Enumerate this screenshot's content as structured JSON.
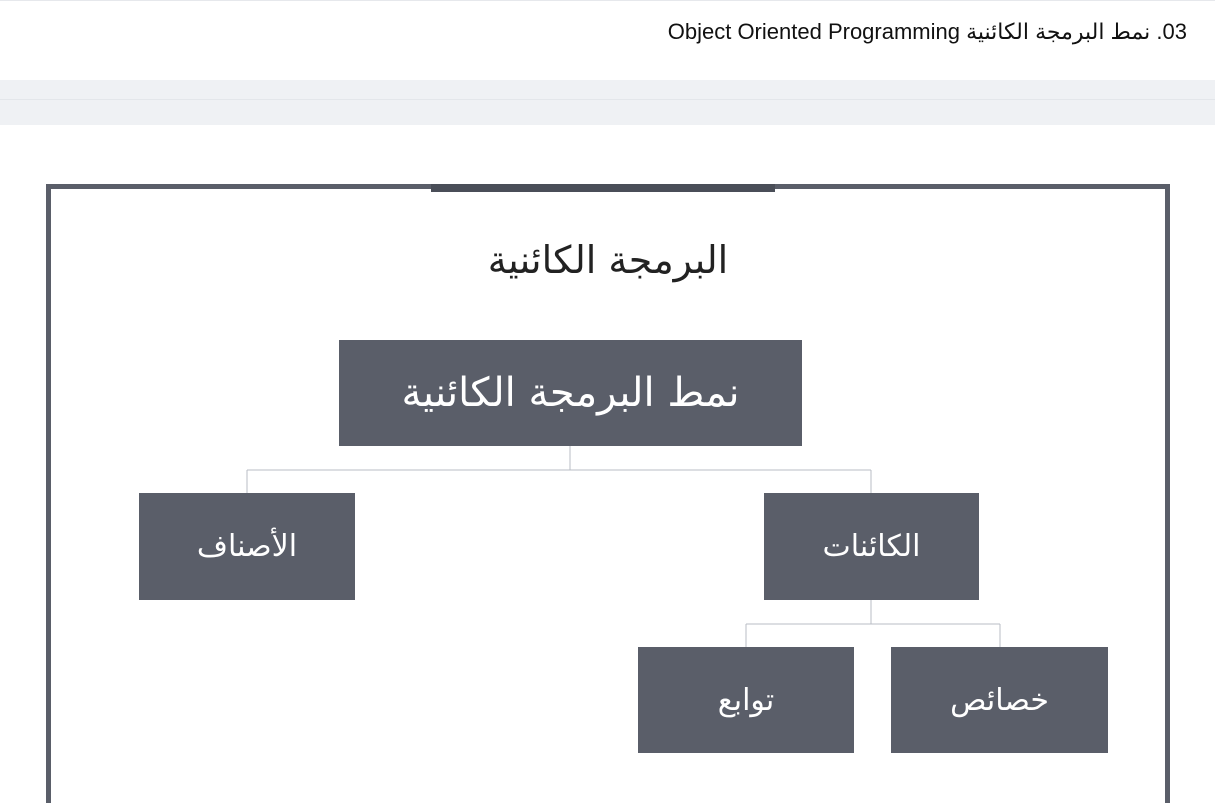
{
  "header": {
    "title": "03. نمط البرمجة الكائنية Object Oriented Programming"
  },
  "slide": {
    "title": "البرمجة الكائنية",
    "root": "نمط البرمجة الكائنية",
    "objects": "الكائنات",
    "classes": "الأصناف",
    "properties": "خصائص",
    "functions": "توابع"
  },
  "colors": {
    "node_fill": "#5a5e69",
    "node_text": "#ffffff",
    "frame": "#5a5e69",
    "connector": "#b8bcc4",
    "band": "#eff1f4"
  }
}
